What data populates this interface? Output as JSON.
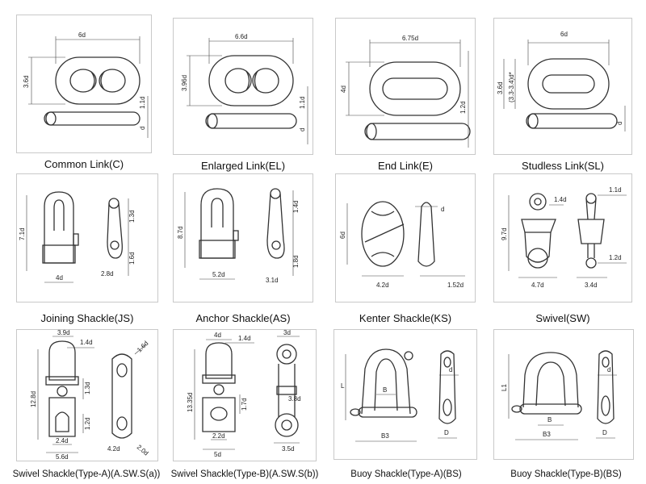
{
  "captions": [
    "Common Link(C)",
    "Enlarged Link(EL)",
    "End Link(E)",
    "Studless Link(SL)",
    "Joining Shackle(JS)",
    "Anchor Shackle(AS)",
    "Kenter Shackle(KS)",
    "Swivel(SW)",
    "Swivel Shackle(Type-A)(A.SW.S(a))",
    "Swivel Shackle(Type-B)(A.SW.S(b))",
    "Buoy Shackle(Type-A)(BS)",
    "Buoy Shackle(Type-B)(BS)"
  ],
  "dims": {
    "c": [
      "6d",
      "3.6d",
      "1.1d",
      "d"
    ],
    "el": [
      "6.6d",
      "3.96d",
      "1.1d",
      "d"
    ],
    "e": [
      "6.75d",
      "4d",
      "1.2d"
    ],
    "sl": [
      "6d",
      "3.6d",
      "(3.3-3.4)d*",
      "d"
    ],
    "js": [
      "7.1d",
      "1.3d",
      "1.6d",
      "2.8d",
      "4d"
    ],
    "as": [
      "8.7d",
      "1.4d",
      "1.8d",
      "5.2d",
      "3.1d"
    ],
    "ks": [
      "6d",
      "d",
      "4.2d",
      "1.52d"
    ],
    "sw": [
      "1.1d",
      "1.4d",
      "9.7d",
      "1.2d",
      "4.7d",
      "3.4d"
    ],
    "swa": [
      "3.9d",
      "1.4d",
      "1.6d",
      "12.8d",
      "1.3d",
      "1.2d",
      "2.4d",
      "5.6d",
      "4.2d",
      "2.0d"
    ],
    "swb": [
      "4d",
      "1.4d",
      "3d",
      "13.35d",
      "1.7d",
      "3.8d",
      "2.2d",
      "5d",
      "3.5d"
    ],
    "bsa": [
      "L",
      "B",
      "d",
      "B3",
      "D"
    ],
    "bsb": [
      "L1",
      "d",
      "B",
      "B3",
      "D"
    ]
  }
}
